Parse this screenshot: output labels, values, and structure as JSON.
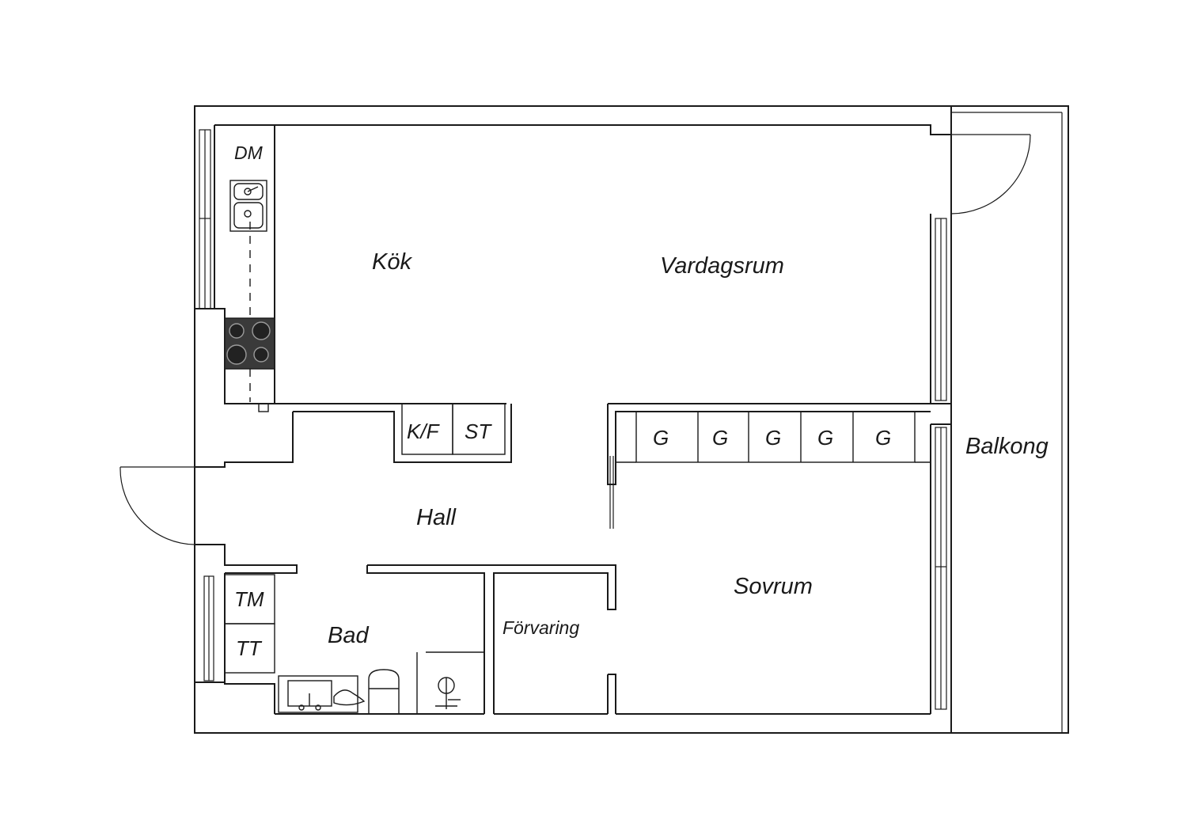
{
  "rooms": {
    "kitchen": "Kök",
    "living": "Vardagsrum",
    "hall": "Hall",
    "bath": "Bad",
    "storage": "Förvaring",
    "bedroom": "Sovrum",
    "balcony": "Balkong"
  },
  "appliances": {
    "dishwasher": "DM",
    "fridge_freezer": "K/F",
    "tall_cabinet": "ST",
    "washer": "TM",
    "dryer": "TT"
  },
  "wardrobes": [
    "G",
    "G",
    "G",
    "G",
    "G"
  ],
  "colors": {
    "line": "#1a1a1a",
    "stove": "#3a3a3a",
    "background": "#ffffff"
  }
}
